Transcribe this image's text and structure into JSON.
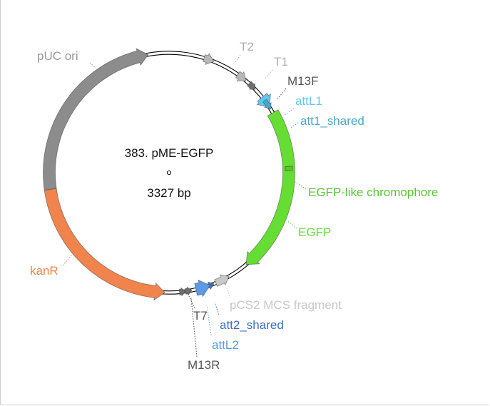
{
  "plasmid": {
    "name": "383. pME-EGFP",
    "size_label": "3327 bp",
    "length_bp": 3327
  },
  "colors": {
    "backbone": "#000000",
    "grey": "#8c8c8c",
    "terminator": "#b8b8b8",
    "primer": "#6f6f6f",
    "att_light": "#5ec8f2",
    "att_shared_1": "#4aa6cc",
    "att_shared_2": "#3c6fbf",
    "attL2": "#5a9ae6",
    "egfp": "#66dd33",
    "chromophore": "#5cc23a",
    "kanR": "#f0844c",
    "pcs2": "#c8c8c8"
  },
  "features": [
    {
      "id": "puc-ori",
      "label": "pUC ori",
      "type": "arrow",
      "color": "#8c8c8c",
      "label_color": "#999999",
      "start_deg": 262,
      "end_deg": 350,
      "direction": "cw"
    },
    {
      "id": "t2",
      "label": "T2",
      "type": "small-arrow",
      "color": "#b8b8b8",
      "label_color": "#b0b0b0",
      "start_deg": 17,
      "end_deg": 22,
      "direction": "cw"
    },
    {
      "id": "t1",
      "label": "T1",
      "type": "small-arrow",
      "color": "#b8b8b8",
      "label_color": "#b0b0b0",
      "start_deg": 35,
      "end_deg": 40,
      "direction": "cw"
    },
    {
      "id": "m13f",
      "label": "M13F",
      "type": "primer",
      "color": "#6f6f6f",
      "label_color": "#555555",
      "start_deg": 42,
      "end_deg": 46,
      "direction": "cw"
    },
    {
      "id": "attl1",
      "label": "attL1",
      "type": "arrow",
      "color": "#5ec8f2",
      "label_color": "#5ec8f2",
      "start_deg": 51,
      "end_deg": 57,
      "direction": "cw"
    },
    {
      "id": "att1-shared",
      "label": "att1_shared",
      "type": "thin-arrow",
      "color": "#4aa6cc",
      "label_color": "#4aa6cc",
      "start_deg": 53,
      "end_deg": 58,
      "direction": "cw"
    },
    {
      "id": "egfp",
      "label": "EGFP",
      "type": "arrow",
      "color": "#66dd33",
      "label_color": "#66dd33",
      "start_deg": 60,
      "end_deg": 140,
      "direction": "cw"
    },
    {
      "id": "egfp-chromophore",
      "label": "EGFP-like chromophore",
      "type": "marker",
      "color": "#5cc23a",
      "label_color": "#5cc23a",
      "start_deg": 87,
      "end_deg": 89,
      "direction": "none"
    },
    {
      "id": "pcs2-mcs",
      "label": "pCS2 MCS fragment",
      "type": "small-arrow",
      "color": "#c8c8c8",
      "label_color": "#c8c8c8",
      "start_deg": 150,
      "end_deg": 157,
      "direction": "ccw"
    },
    {
      "id": "att2-shared",
      "label": "att2_shared",
      "type": "thin-arrow",
      "color": "#3c6fbf",
      "label_color": "#3c6fbf",
      "start_deg": 158,
      "end_deg": 163,
      "direction": "ccw"
    },
    {
      "id": "attl2",
      "label": "attL2",
      "type": "arrow",
      "color": "#5a9ae6",
      "label_color": "#5a9ae6",
      "start_deg": 160,
      "end_deg": 167,
      "direction": "ccw"
    },
    {
      "id": "m13r",
      "label": "M13R",
      "type": "primer",
      "color": "#6f6f6f",
      "label_color": "#555555",
      "start_deg": 169,
      "end_deg": 172,
      "direction": "ccw"
    },
    {
      "id": "t7",
      "label": "T7",
      "type": "primer",
      "color": "#6f6f6f",
      "label_color": "#555555",
      "start_deg": 172,
      "end_deg": 175,
      "direction": "ccw"
    },
    {
      "id": "kanr",
      "label": "kanR",
      "type": "arrow",
      "color": "#f0844c",
      "label_color": "#f0844c",
      "start_deg": 182,
      "end_deg": 262,
      "direction": "ccw"
    }
  ]
}
